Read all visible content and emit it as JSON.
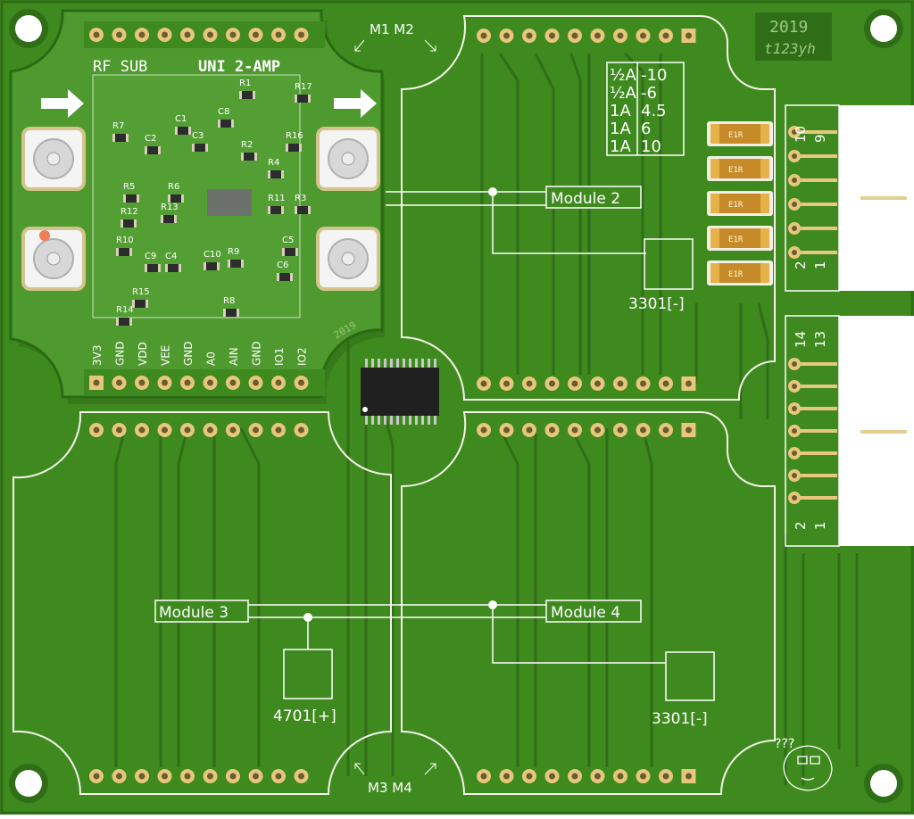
{
  "board": {
    "year": "2019",
    "author": "t123yh",
    "colors": {
      "mask": "#3f8a1f",
      "module_mask": "#4a9628",
      "silk": "#ffffff",
      "pad": "#e6c77b",
      "label_box": "#2f6e17"
    }
  },
  "module_markers": {
    "top": "M1 M2",
    "bottom": "M3 M4"
  },
  "rf_module": {
    "title_left": "RF SUB",
    "title_right": "UNI 2-AMP",
    "year": "2019",
    "pin_labels": [
      "3V3",
      "GND",
      "VDD",
      "VEE",
      "GND",
      "A0",
      "AIN",
      "GND",
      "IO1",
      "IO2"
    ],
    "components": [
      "R7",
      "C2",
      "C1",
      "C8",
      "R1",
      "C3",
      "R2",
      "R17",
      "R16",
      "R4",
      "R5",
      "R6",
      "R3",
      "R12",
      "R13",
      "R11",
      "C5",
      "R10",
      "C9",
      "C4",
      "C10",
      "R9",
      "C6",
      "R15",
      "R14",
      "R8"
    ]
  },
  "blocks": {
    "module2": "Module 2",
    "module3": "Module 3",
    "module4": "Module 4"
  },
  "resistors": {
    "r_top": "3301[-]",
    "r_left": "4701[+]",
    "r_right": "3301[-]"
  },
  "current_table": [
    {
      "current": "½A",
      "value": "-10"
    },
    {
      "current": "½A",
      "value": "-6"
    },
    {
      "current": "1A",
      "value": "4.5"
    },
    {
      "current": "1A",
      "value": "6"
    },
    {
      "current": "1A",
      "value": "10"
    }
  ],
  "fuse_label": "E1R",
  "header_top": {
    "pin_high": "10",
    "pin_high2": "9",
    "pin_low": "2",
    "pin_low2": "1"
  },
  "header_bottom": {
    "pin_high": "14",
    "pin_high2": "13",
    "pin_low": "2",
    "pin_low2": "1"
  },
  "doodle": "???"
}
